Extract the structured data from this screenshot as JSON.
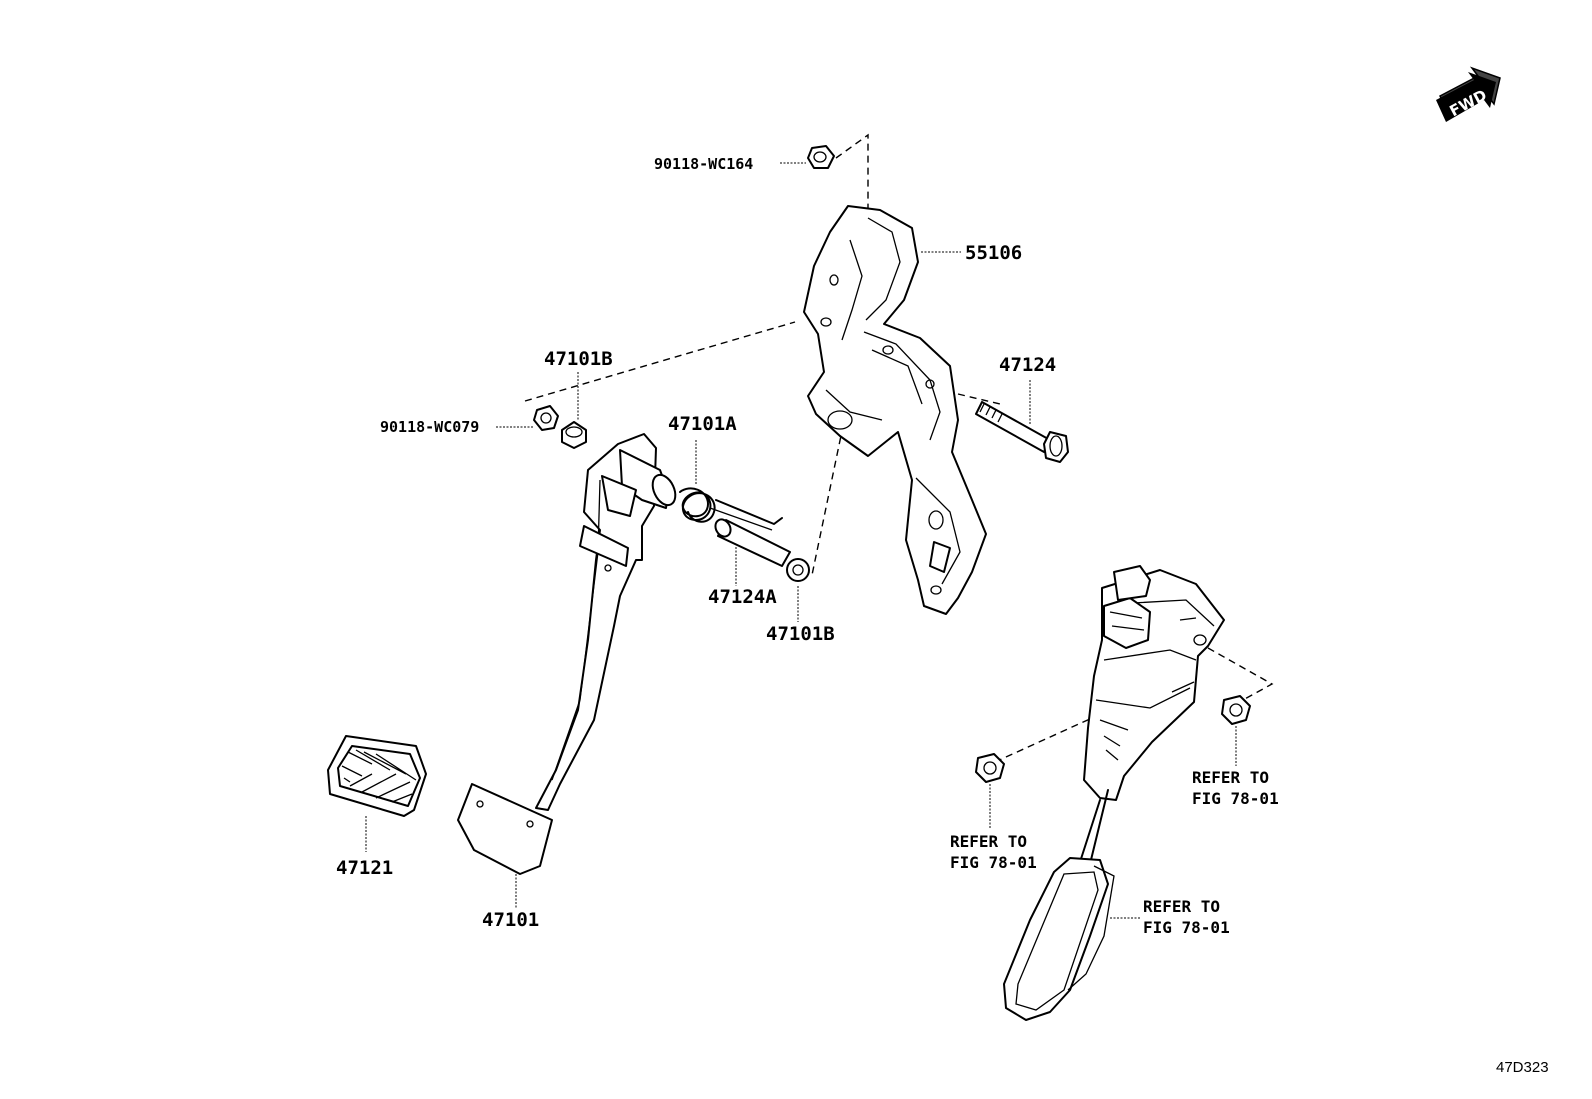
{
  "fwd_indicator": "FWD",
  "figure_code": "47D323",
  "part_labels": {
    "bolt_90118_wc164": "90118-WC164",
    "bracket_55106": "55106",
    "bushing_47101b_top": "47101B",
    "nut_90118_wc079": "90118-WC079",
    "spring_47101a": "47101A",
    "bolt_47124": "47124",
    "collar_47124a": "47124A",
    "bushing_47101b_bottom": "47101B",
    "pad_47121": "47121",
    "pedal_47101": "47101"
  },
  "references": {
    "ref_right": {
      "line1": "REFER TO",
      "line2": "FIG 78-01"
    },
    "ref_left": {
      "line1": "REFER TO",
      "line2": "FIG 78-01"
    },
    "ref_accel": {
      "line1": "REFER TO",
      "line2": "FIG 78-01"
    }
  }
}
